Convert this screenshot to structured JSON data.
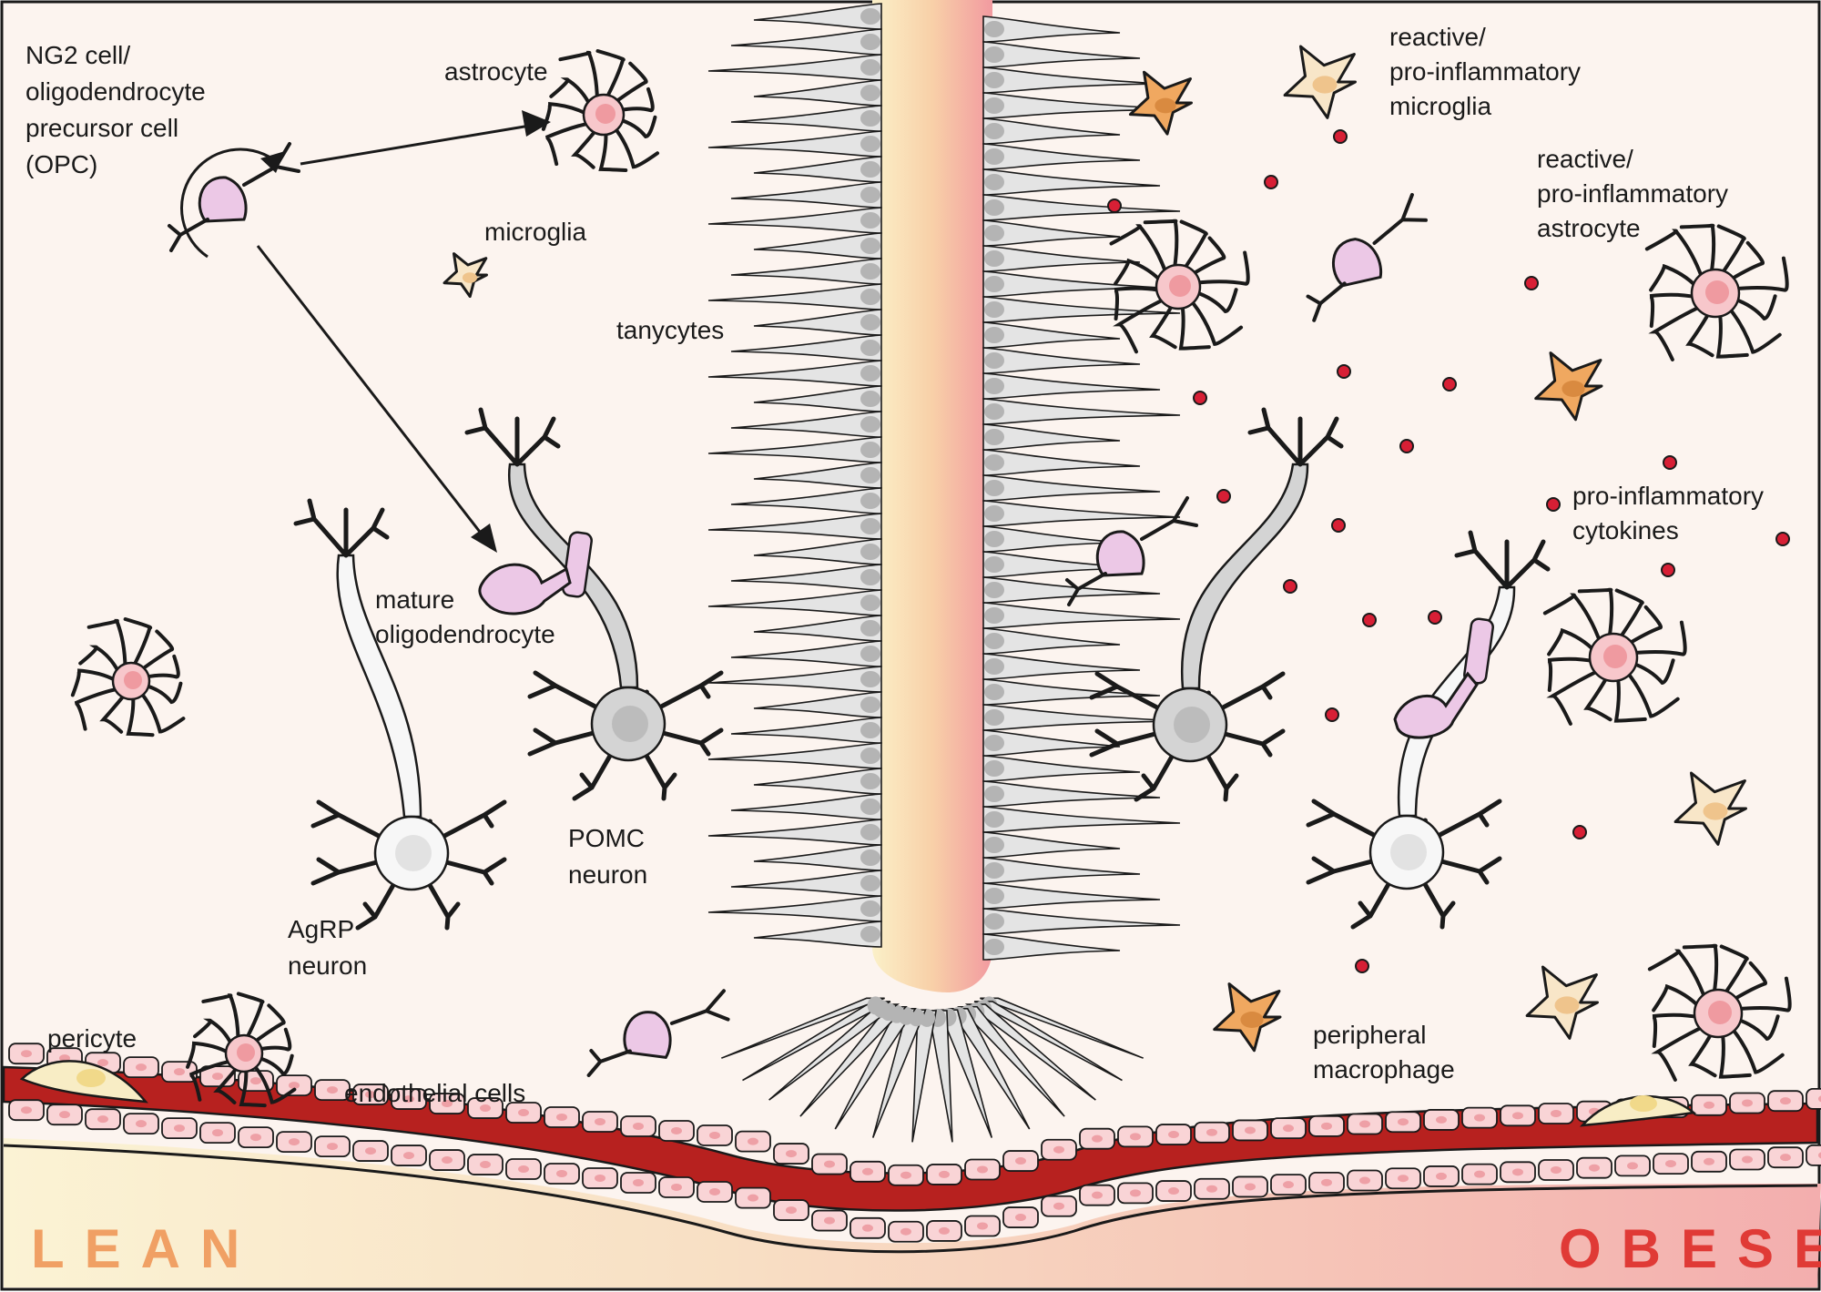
{
  "labels": {
    "opc_line1": "NG2 cell/",
    "opc_line2": "oligodendrocyte",
    "opc_line3": "precursor cell",
    "opc_line4": "(OPC)",
    "astrocyte": "astrocyte",
    "microglia": "microglia",
    "tanycytes": "tanycytes",
    "mature_line1": "mature",
    "mature_line2": "oligodendrocyte",
    "pomc_line1": "POMC",
    "pomc_line2": "neuron",
    "agrp_line1": "AgRP",
    "agrp_line2": "neuron",
    "pericyte": "pericyte",
    "endothelial": "endothelial cells",
    "reactive_microglia_line1": "reactive/",
    "reactive_microglia_line2": "pro-inflammatory",
    "reactive_microglia_line3": "microglia",
    "reactive_astro_line1": "reactive/",
    "reactive_astro_line2": "pro-inflammatory",
    "reactive_astro_line3": "astrocyte",
    "cytokines_line1": "pro-inflammatory",
    "cytokines_line2": "cytokines",
    "macrophage_line1": "peripheral",
    "macrophage_line2": "macrophage",
    "lean": "LEAN",
    "obese": "OBESE"
  },
  "colors": {
    "background": "#fcf4ef",
    "border": "#1a1a1a",
    "lean_text": "#f0a064",
    "obese_text": "#e03a36",
    "astrocyte_fill": "#f7c7cb",
    "astrocyte_nucleus": "#ef9aa0",
    "microglia_fill": "#f8e6c8",
    "microglia_nucleus": "#efc48c",
    "macrophage_fill": "#f0a860",
    "macrophage_nucleus": "#d98a40",
    "oligodendrocyte_fill": "#ecc8e6",
    "neuron_gray": "#d4d4d4",
    "neuron_white": "#f7f7f7",
    "tanycyte_fill": "#e4e4e4",
    "tanycyte_nucleus": "#b4b4b4",
    "ventricle_yellow": "#fbeec5",
    "ventricle_red": "#f2a8a8",
    "vessel_red": "#b7211f",
    "endothelial_fill": "#f9d4d6",
    "cytokine_red": "#d71f35",
    "pericyte_fill": "#f8edc5"
  }
}
